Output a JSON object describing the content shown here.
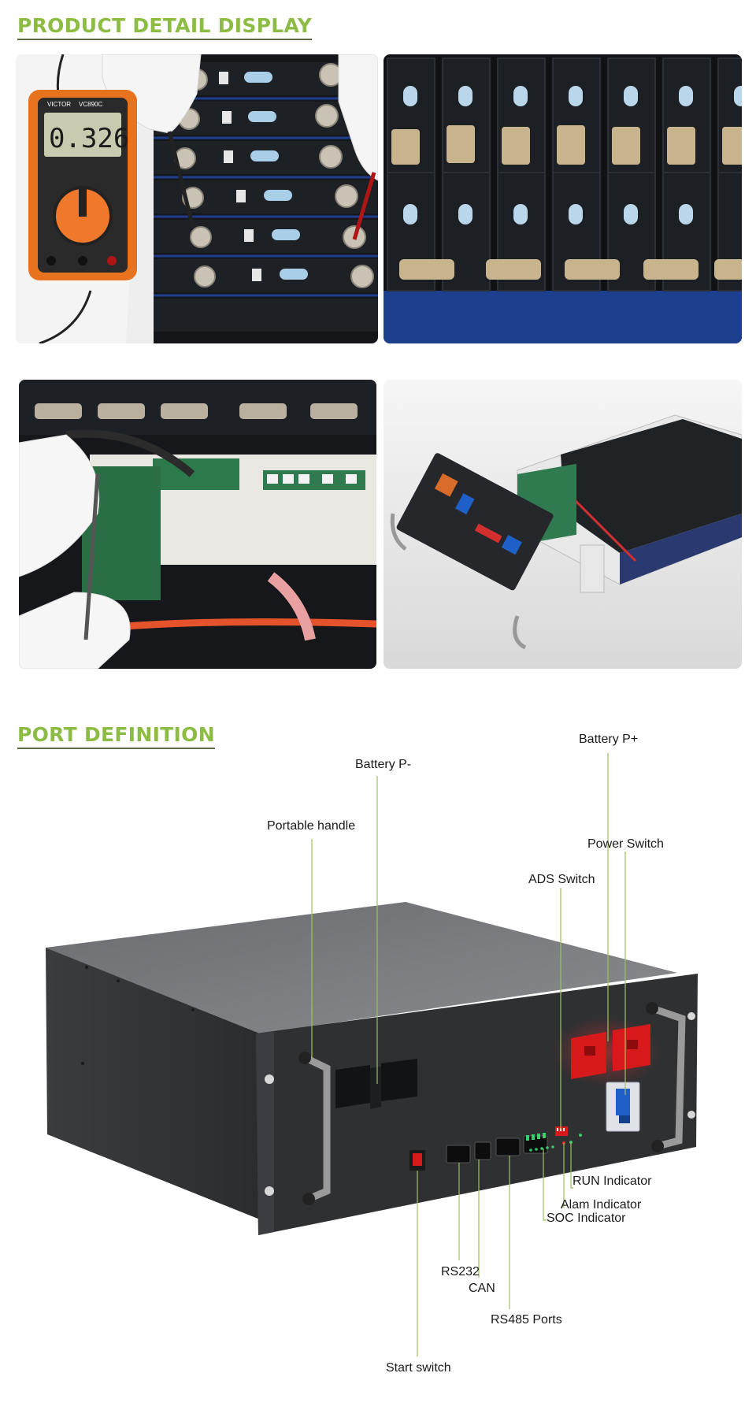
{
  "product_display": {
    "title": "PRODUCT DETAIL DISPLAY",
    "photos": [
      {
        "subject": "multimeter measuring cell voltage",
        "multimeter_brand": "VICTOR",
        "multimeter_model": "VC890C",
        "reading": "0.326"
      },
      {
        "subject": "assembled prismatic cells with busbars"
      },
      {
        "subject": "gloved hands wiring the BMS board"
      },
      {
        "subject": "exploded view of rack battery module"
      }
    ]
  },
  "port_definition": {
    "title": "PORT DEFINITION",
    "callouts": {
      "battery_p_plus": "Battery P+",
      "battery_p_minus": "Battery P-",
      "portable_handle": "Portable handle",
      "power_switch": "Power Switch",
      "ads_switch": "ADS Switch",
      "run_indicator": "RUN Indicator",
      "alam_indicator": "Alam Indicator",
      "soc_indicator": "SOC Indicator",
      "rs232": "RS232",
      "can": "CAN",
      "rs485_ports": "RS485 Ports",
      "start_switch": "Start switch"
    }
  },
  "colors": {
    "title_green": "#8cbc44",
    "leader_line": "#9cc25a",
    "terminal_red": "#d7191c",
    "switch_blue": "#1e5fc8",
    "chassis_dark": "#2f3133"
  }
}
